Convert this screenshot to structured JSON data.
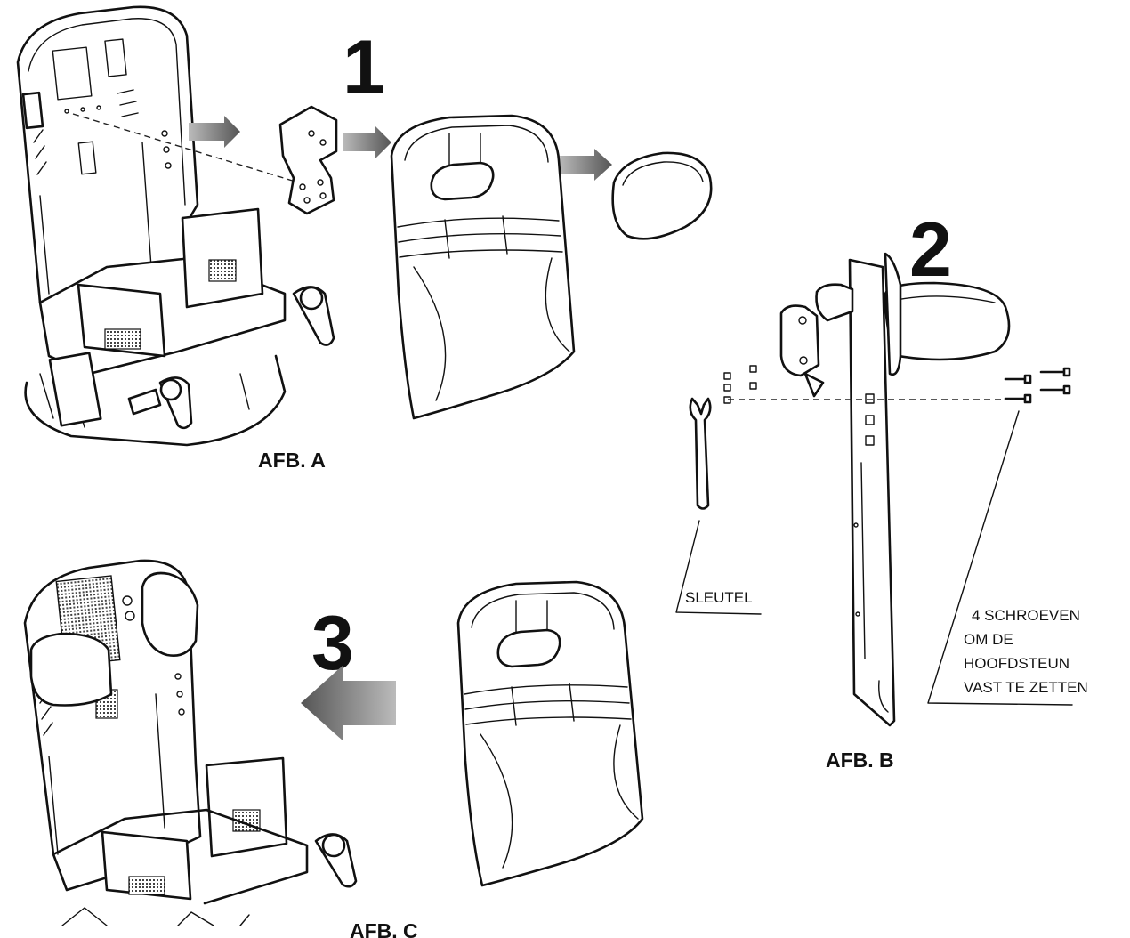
{
  "steps": [
    "1",
    "2",
    "3"
  ],
  "figures": {
    "a": "AFB. A",
    "b": "AFB. B",
    "c": "AFB. C"
  },
  "callouts": {
    "key": "SLEUTEL",
    "screws_line1": "4 SCHROEVEN",
    "screws_line2": "OM DE",
    "screws_line3": "HOOFDSTEUN",
    "screws_line4": "VAST TE ZETTEN"
  },
  "colors": {
    "line": "#111111",
    "arrow_dark": "#555555",
    "arrow_light": "#bbbbbb"
  },
  "icons": [
    "seat-frame-icon",
    "bracket-icon",
    "back-cushion-icon",
    "headrest-pad-icon",
    "wrench-icon",
    "screw-icon",
    "direction-arrow-icon"
  ]
}
